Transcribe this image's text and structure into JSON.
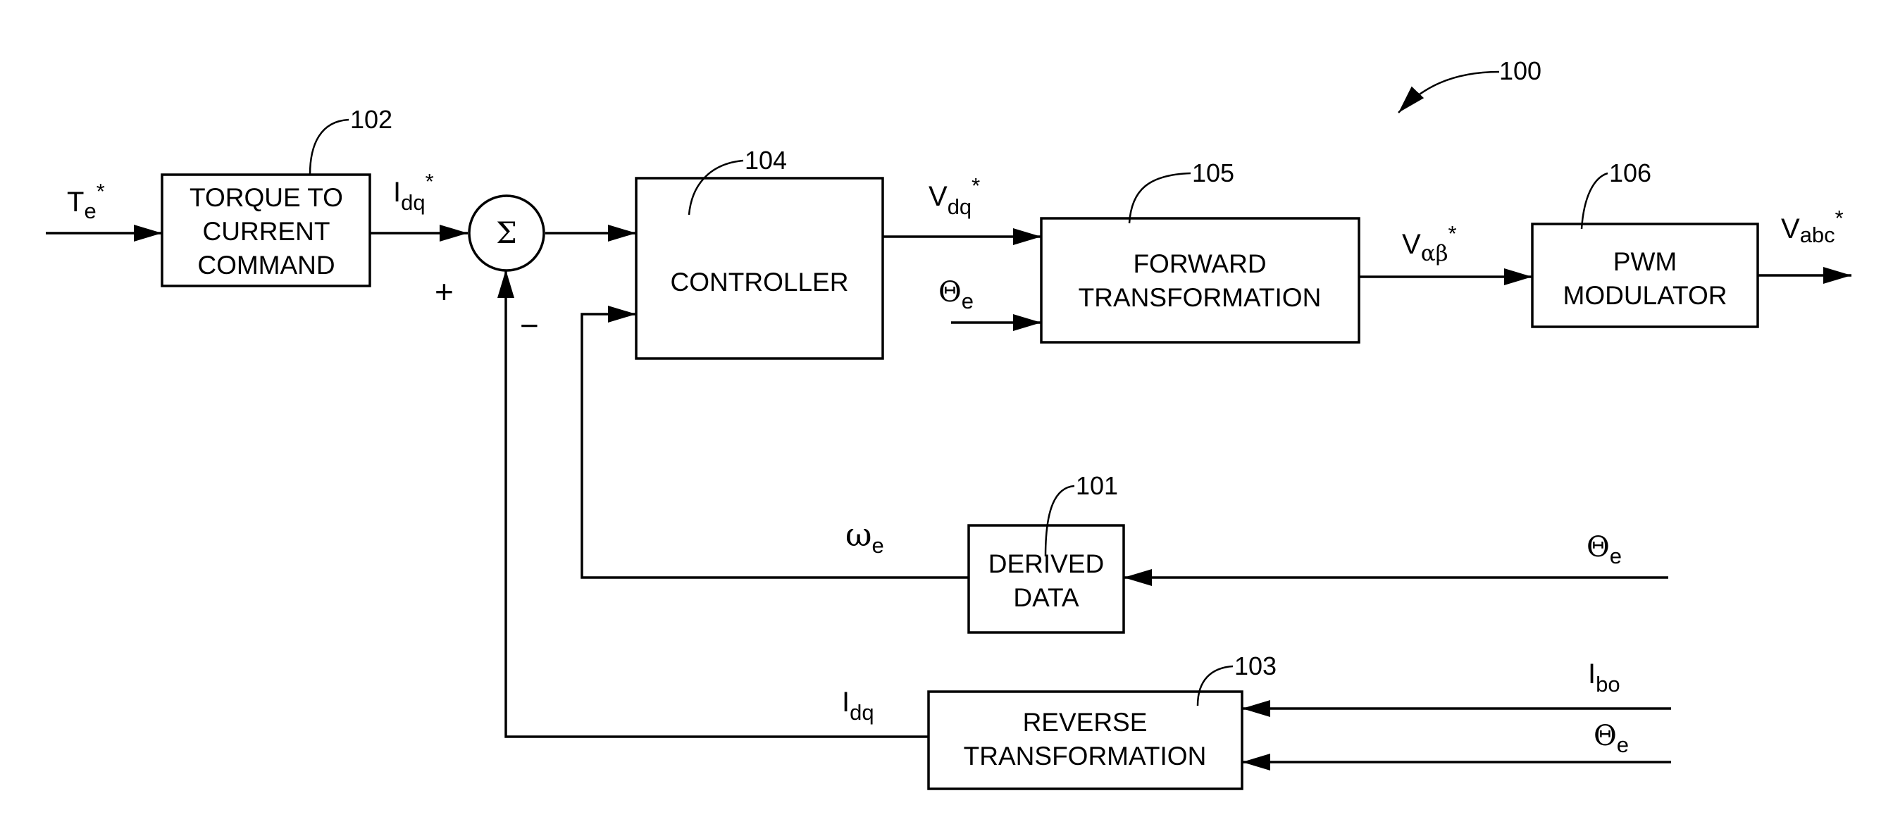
{
  "figure_number": "100",
  "blocks": {
    "torque_to_current": {
      "ref": "102",
      "lines": [
        "TORQUE TO",
        "CURRENT",
        "COMMAND"
      ]
    },
    "controller": {
      "ref": "104",
      "lines": [
        "CONTROLLER"
      ]
    },
    "forward_transformation": {
      "ref": "105",
      "lines": [
        "FORWARD",
        "TRANSFORMATION"
      ]
    },
    "pwm_modulator": {
      "ref": "106",
      "lines": [
        "PWM",
        "MODULATOR"
      ]
    },
    "derived_data": {
      "ref": "101",
      "lines": [
        "DERIVED",
        "DATA"
      ]
    },
    "reverse_transformation": {
      "ref": "103",
      "lines": [
        "REVERSE",
        "TRANSFORMATION"
      ]
    }
  },
  "summing_junction": {
    "symbol": "Σ",
    "plus": "+",
    "minus": "−"
  },
  "signals": {
    "te_star": {
      "main": "T",
      "sub": "e",
      "sup": "*"
    },
    "idq_star": {
      "main": "I",
      "sub": "dq",
      "sup": "*"
    },
    "vdq_star": {
      "main": "V",
      "sub": "dq",
      "sup": "*"
    },
    "theta_e_forward": {
      "main": "Θ",
      "sub": "e"
    },
    "valphabeta_star": {
      "main": "V",
      "sub": "αβ",
      "sup": "*"
    },
    "vabc_star": {
      "main": "V",
      "sub": "abc",
      "sup": "*"
    },
    "omega_e": {
      "main": "ω",
      "sub": "e"
    },
    "theta_e_derived": {
      "main": "Θ",
      "sub": "e"
    },
    "idq": {
      "main": "I",
      "sub": "dq"
    },
    "ibo": {
      "main": "I",
      "sub": "bo"
    },
    "theta_e_reverse": {
      "main": "Θ",
      "sub": "e"
    }
  }
}
